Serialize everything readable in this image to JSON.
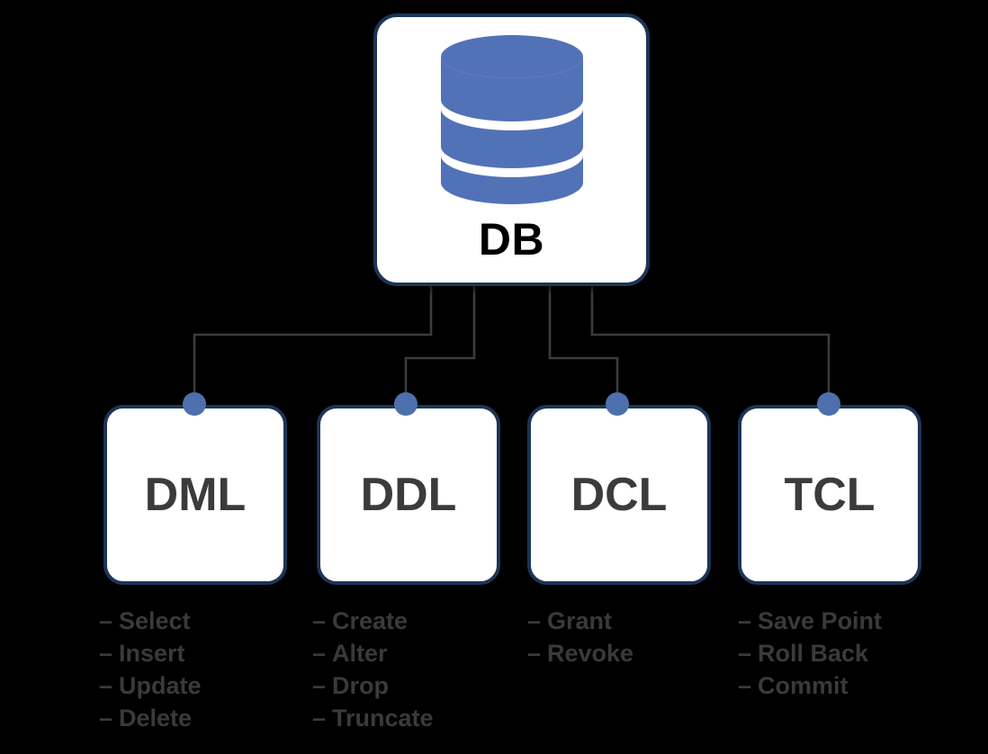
{
  "diagram": {
    "title_node": {
      "label": "DB",
      "icon": "database-cylinder-icon"
    },
    "colors": {
      "background": "#000000",
      "card_fill": "#FFFFFF",
      "card_border": "#1C3557",
      "cylinder_blue": "#5272B8",
      "node_dot_blue": "#4D6FAE",
      "connector_line": "#3C3C3C",
      "child_label_text": "#3B3B3B",
      "bullet_text": "#3A3A3A",
      "root_label_text": "#000000"
    },
    "children": [
      {
        "label": "DML",
        "dot": "junction-dot-dml",
        "items": [
          "Select",
          "Insert",
          "Update",
          "Delete"
        ]
      },
      {
        "label": "DDL",
        "dot": "junction-dot-ddl",
        "items": [
          "Create",
          "Alter",
          "Drop",
          "Truncate"
        ]
      },
      {
        "label": "DCL",
        "dot": "junction-dot-dcl",
        "items": [
          "Grant",
          "Revoke"
        ]
      },
      {
        "label": "TCL",
        "dot": "junction-dot-tcl",
        "items": [
          "Save Point",
          "Roll Back",
          "Commit"
        ]
      }
    ],
    "bullet_marker": "–"
  }
}
